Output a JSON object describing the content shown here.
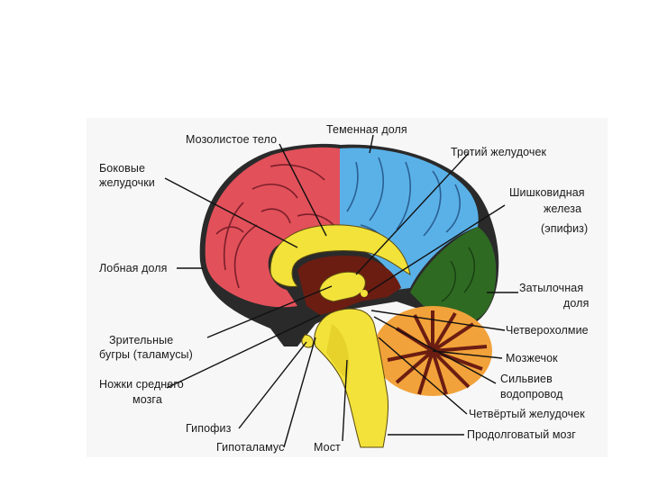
{
  "diagram": {
    "labels": {
      "parietal_lobe": "Теменная доля",
      "corpus_callosum": "Мозолистое тело",
      "third_ventricle": "Третий желудочек",
      "lateral_ventricles_1": "Боковые",
      "lateral_ventricles_2": "желудочки",
      "pineal_1": "Шишковидная",
      "pineal_2": "железа",
      "pineal_3": "(эпифиз)",
      "frontal_lobe": "Лобная доля",
      "occipital_1": "Затылочная",
      "occipital_2": "доля",
      "quadrigemina": "Четверохолмие",
      "thalamus_1": "Зрительные",
      "thalamus_2": "бугры (таламусы)",
      "cerebellum": "Мозжечок",
      "midbrain_peduncles_1": "Ножки среднего",
      "midbrain_peduncles_2": "мозга",
      "aqueduct_1": "Сильвиев",
      "aqueduct_2": "водопровод",
      "hypophysis": "Гипофиз",
      "fourth_ventricle": "Четвёртый желудочек",
      "hypothalamus": "Гипоталамус",
      "pons": "Мост",
      "medulla": "Продолговатый мозг"
    },
    "colors": {
      "frontal": "#e2505a",
      "parietal": "#5ab1e8",
      "occipital": "#2f6a22",
      "brainstem": "#f2e23a",
      "core": "#6b1d12",
      "cerebellum": "#f2a23a",
      "dark": "#2a2a2a"
    }
  }
}
